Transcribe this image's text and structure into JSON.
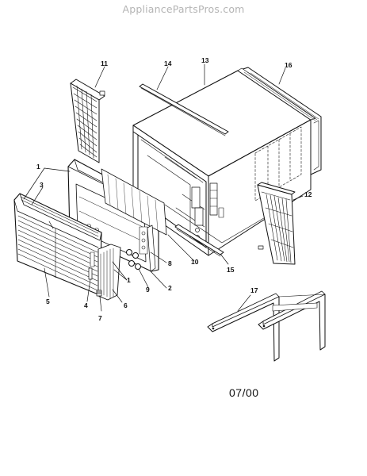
{
  "watermark": "AppliancePartsPros.com",
  "revision_date": "07/00",
  "callouts": [
    "1",
    "2",
    "3",
    "4",
    "5",
    "6",
    "7",
    "8",
    "9",
    "10",
    "11",
    "12",
    "13",
    "14",
    "15",
    "16",
    "17"
  ]
}
